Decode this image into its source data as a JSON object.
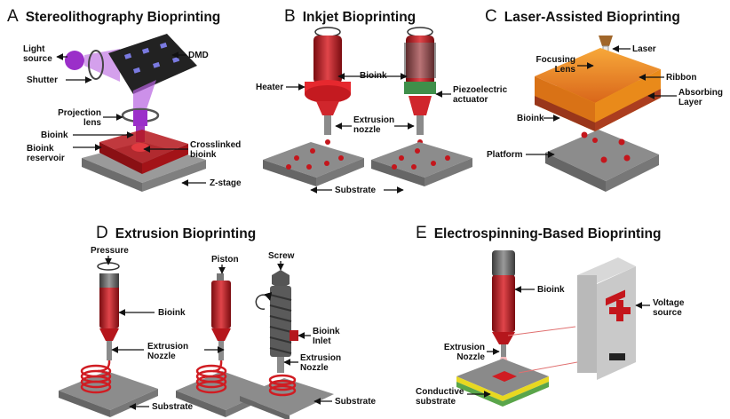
{
  "panels": {
    "A": {
      "letter": "A",
      "title": "Stereolithography Bioprinting",
      "labels": {
        "light_source": "Light\nsource",
        "dmd": "DMD",
        "shutter": "Shutter",
        "projection_lens": "Projection\nlens",
        "bioink": "Bioink",
        "crosslinked_bioink": "Crosslinked\nbioink",
        "bioink_reservoir": "Bioink\nreservoir",
        "z_stage": "Z-stage"
      }
    },
    "B": {
      "letter": "B",
      "title": "Inkjet Bioprinting",
      "labels": {
        "heater": "Heater",
        "bioink": "Bioink",
        "piezo": "Piezoelectric\nactuator",
        "extrusion_nozzle": "Extrusion\nnozzle",
        "substrate": "Substrate"
      }
    },
    "C": {
      "letter": "C",
      "title": "Laser-Assisted Bioprinting",
      "labels": {
        "laser": "Laser",
        "focusing_lens": "Focusing\nLens",
        "ribbon": "Ribbon",
        "absorbing_layer": "Absorbing\nLayer",
        "bioink": "Bioink",
        "platform": "Platform"
      }
    },
    "D": {
      "letter": "D",
      "title": "Extrusion Bioprinting",
      "labels": {
        "pressure": "Pressure",
        "piston": "Piston",
        "screw": "Screw",
        "bioink": "Bioink",
        "bioink_inlet": "Bioink\nInlet",
        "extrusion_nozzle_1": "Extrusion\nNozzle",
        "extrusion_nozzle_2": "Extrusion\nNozzle",
        "substrate_1": "Substrate",
        "substrate_2": "Substrate"
      }
    },
    "E": {
      "letter": "E",
      "title": "Electrospinning-Based Bioprinting",
      "labels": {
        "bioink": "Bioink",
        "voltage_source": "Voltage\nsource",
        "extrusion_nozzle": "Extrusion\nNozzle",
        "conductive_substrate": "Conductive\nsubstrate"
      }
    }
  },
  "colors": {
    "bioink_red": "#c4161c",
    "uv_purple": "#9b2fc9",
    "laser_orange": "#f28c1c",
    "piezo_green": "#3f8f4a",
    "steel_gray": "#7a7a7a",
    "stage_gray": "#8c8c8c"
  }
}
